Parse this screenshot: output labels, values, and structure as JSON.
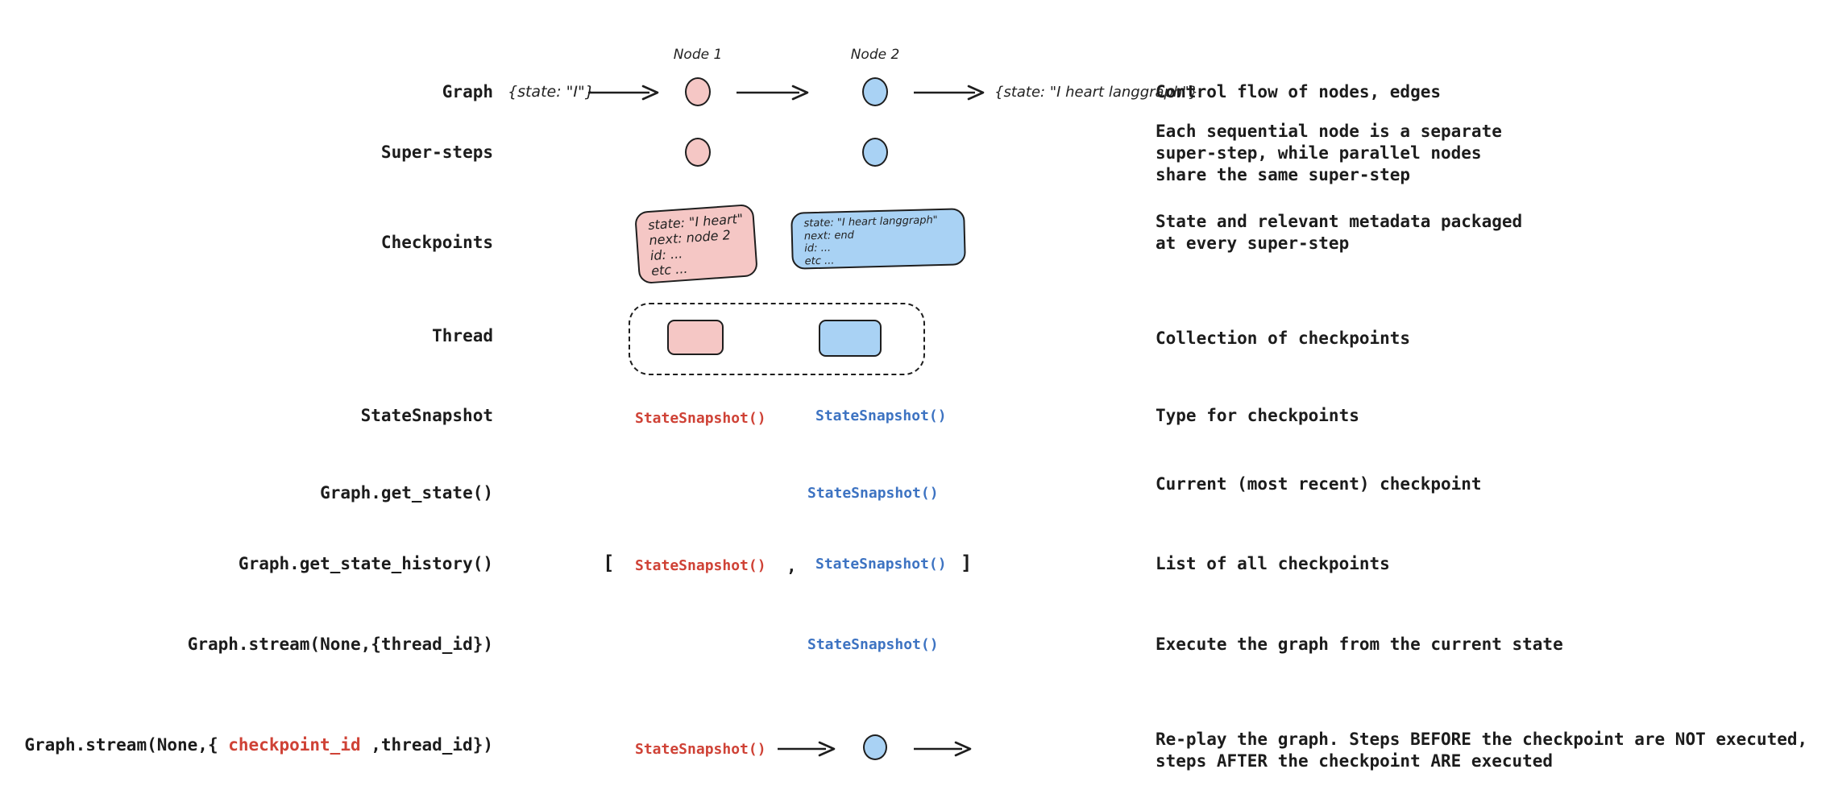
{
  "palette": {
    "node_pink": "#f5c7c5",
    "node_blue": "#a9d2f4",
    "outline": "#1e1e1e",
    "code_red": "#cf4236",
    "code_blue": "#3d73c2",
    "text": "#1c1c1c"
  },
  "rows": [
    {
      "label": "Graph",
      "input_state": "{state: \"I\"}",
      "node1_label": "Node 1",
      "node2_label": "Node 2",
      "output_state": "{state: \"I heart langgraph\"}",
      "description": "Control flow of nodes, edges"
    },
    {
      "label": "Super-steps",
      "description": "Each sequential node is a separate\nsuper-step, while parallel nodes\nshare the same super-step"
    },
    {
      "label": "Checkpoints",
      "checkpoint1": {
        "lines": [
          "state: \"I heart\"",
          "next: node 2",
          "id: ...",
          "etc ..."
        ]
      },
      "checkpoint2": {
        "lines": [
          "state: \"I heart langgraph\"",
          "next: end",
          "id: ...",
          "etc ..."
        ]
      },
      "description": "State and relevant metadata packaged\nat every super-step"
    },
    {
      "label": "Thread",
      "description": "Collection of checkpoints"
    },
    {
      "label": "StateSnapshot",
      "snapshot_red": "StateSnapshot()",
      "snapshot_blue": "StateSnapshot()",
      "description": "Type for checkpoints"
    },
    {
      "label": "Graph.get_state()",
      "snapshot_blue": "StateSnapshot()",
      "description": "Current (most recent) checkpoint"
    },
    {
      "label": "Graph.get_state_history()",
      "bracket_open": "[",
      "snapshot_red": "StateSnapshot()",
      "comma": ",",
      "snapshot_blue": "StateSnapshot()",
      "bracket_close": "]",
      "description": "List of all checkpoints"
    },
    {
      "label": "Graph.stream(None,{thread_id})",
      "snapshot_blue": "StateSnapshot()",
      "description": "Execute the graph from the current state"
    },
    {
      "label_pre": "Graph.stream(None,{ ",
      "label_red": "checkpoint_id",
      "label_post": " ,thread_id})",
      "snapshot_red": "StateSnapshot()",
      "description": "Re-play the graph. Steps BEFORE the checkpoint are NOT executed,\nsteps AFTER the checkpoint ARE executed"
    }
  ]
}
